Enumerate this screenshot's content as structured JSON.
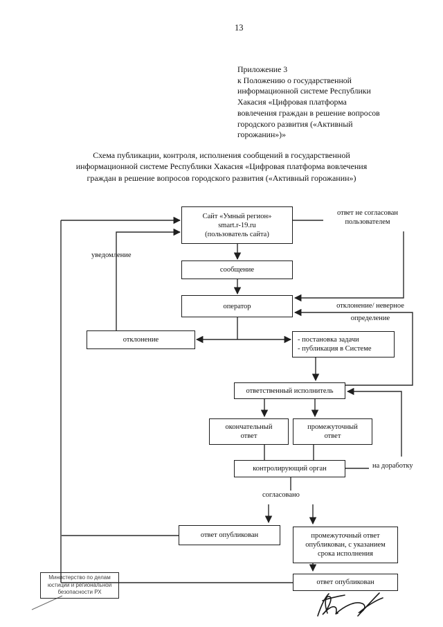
{
  "page": {
    "number": "13",
    "appendix": {
      "lines": [
        "Приложение 3",
        "к Положению о государственной",
        "информационной системе Республики",
        "Хакасия «Цифровая платформа",
        "вовлечения граждан в решение вопросов",
        "городского развития («Активный",
        "горожанин»)»"
      ]
    },
    "title": {
      "lines": [
        "Схема публикации, контроля, исполнения сообщений в государственной",
        "информационной системе  Республики Хакасия «Цифровая платформа вовлечения",
        "граждан в решение вопросов городского развития («Активный горожанин»)"
      ]
    }
  },
  "flowchart": {
    "boxes": {
      "site": {
        "lines": [
          "Сайт «Умный регион»",
          "smart.r-19.ru",
          "(пользователь сайта)"
        ]
      },
      "message": {
        "label": "сообщение"
      },
      "operator": {
        "label": "оператор"
      },
      "rejection": {
        "label": "отклонение"
      },
      "task": {
        "lines": [
          "- постановка задачи",
          "- публикация в Системе"
        ]
      },
      "executor": {
        "label": "ответственный исполнитель"
      },
      "final_answer": {
        "lines": [
          "окончательный",
          "ответ"
        ]
      },
      "interim_answer": {
        "lines": [
          "промежуточный",
          "ответ"
        ]
      },
      "control": {
        "label": "контролирующий орган"
      },
      "answer_published": {
        "label": "ответ опубликован"
      },
      "interim_published": {
        "lines": [
          "промежуточный ответ",
          "опубликован, с указанием",
          "срока исполнения"
        ]
      },
      "answer_published_2": {
        "label": "ответ опубликован"
      },
      "ministry_stamp": {
        "lines": [
          "Министерство по делам",
          "юстиции и региональной",
          "безопасности РХ"
        ]
      }
    },
    "labels": {
      "not_agreed_1": "ответ не согласован",
      "not_agreed_2": "пользователем",
      "notification": "уведомление",
      "rejection_wrong_1": "отклонение/ неверное",
      "rejection_wrong_2": "определение",
      "rework": "на доработку",
      "agreed": "согласовано"
    }
  },
  "colors": {
    "ink": "#1f1f1f",
    "paper": "#ffffff"
  }
}
